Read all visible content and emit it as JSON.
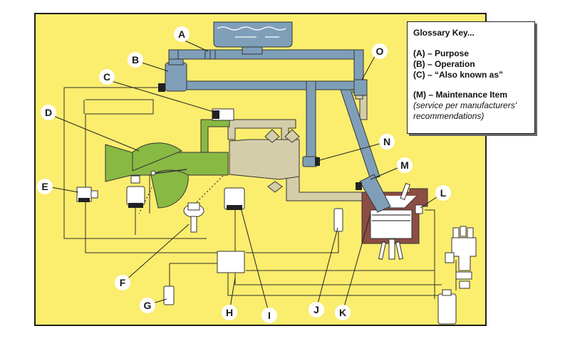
{
  "glossary": {
    "title": "Glossary Key...",
    "purpose": "(A) – Purpose",
    "operation": "(B) – Operation",
    "aka": "(C) – “Also known as”",
    "maintenance": "(M) – Maintenance Item",
    "note": "(service per manufacturers' recommendations)"
  },
  "callouts": [
    "A",
    "B",
    "C",
    "D",
    "E",
    "F",
    "G",
    "H",
    "I",
    "J",
    "K",
    "L",
    "M",
    "N",
    "O"
  ],
  "colors": {
    "background": "#fbed6e",
    "border": "#1e1e1e",
    "fuel": "#7f9fb9",
    "intake": "#88b943",
    "exhaust": "#d4cdaa",
    "engine": "#8c4d44",
    "wire": "#2f2f2f"
  }
}
